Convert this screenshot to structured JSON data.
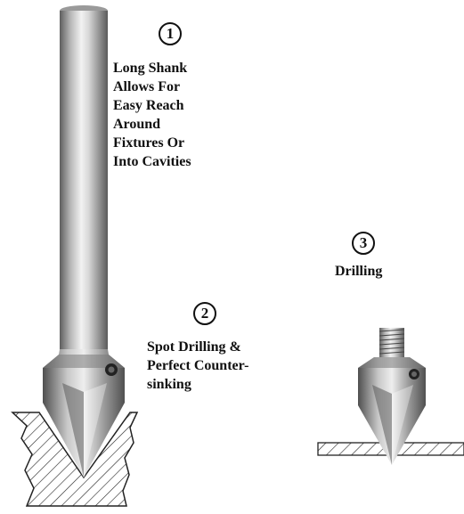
{
  "callouts": [
    {
      "number": "1",
      "lines": [
        "Long Shank",
        "Allows For",
        "Easy Reach",
        "Around",
        "Fixtures Or",
        "Into Cavities"
      ]
    },
    {
      "number": "2",
      "lines": [
        "Spot Drilling &",
        "Perfect Counter-",
        "sinking"
      ]
    },
    {
      "number": "3",
      "lines": [
        "Drilling"
      ]
    }
  ],
  "colors": {
    "steel_dark": "#6e6e6e",
    "steel_mid": "#c9c9c9",
    "steel_light": "#f4f4f4",
    "ink": "#111111"
  }
}
